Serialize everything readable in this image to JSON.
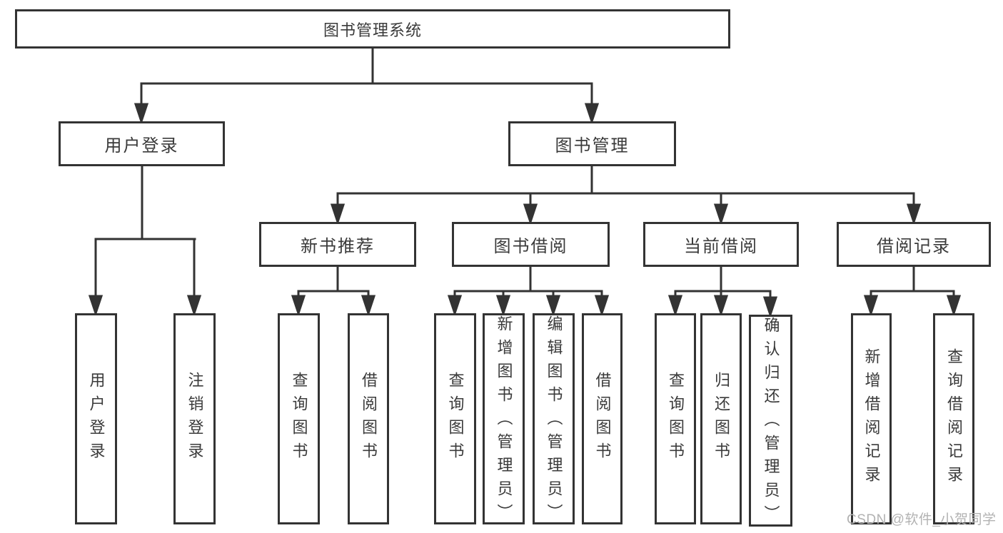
{
  "diagram": {
    "type": "hierarchy-tree",
    "title": "图书管理系统",
    "colors": {
      "line": "#333333",
      "box_border": "#333333",
      "box_fill": "#ffffff",
      "text": "#3a3a3a",
      "watermark_text": "#b2b2b2"
    }
  },
  "tree": {
    "root": {
      "label": "图书管理系统"
    },
    "children": [
      {
        "label": "用户登录",
        "children": [
          {
            "label": "用户登录"
          },
          {
            "label": "注销登录"
          }
        ]
      },
      {
        "label": "图书管理",
        "children": [
          {
            "label": "新书推荐",
            "children": [
              {
                "label": "查询图书"
              },
              {
                "label": "借阅图书"
              }
            ]
          },
          {
            "label": "图书借阅",
            "children": [
              {
                "label": "查询图书"
              },
              {
                "label": "新增图书（管理员）"
              },
              {
                "label": "编辑图书（管理员）"
              },
              {
                "label": "借阅图书"
              }
            ]
          },
          {
            "label": "当前借阅",
            "children": [
              {
                "label": "查询图书"
              },
              {
                "label": "归还图书"
              },
              {
                "label": "确认归还（管理员）"
              }
            ]
          },
          {
            "label": "借阅记录",
            "children": [
              {
                "label": "新增借阅记录"
              },
              {
                "label": "查询借阅记录"
              }
            ]
          }
        ]
      }
    ]
  },
  "watermark": {
    "text": "CSDN @软件_小贺同学"
  }
}
